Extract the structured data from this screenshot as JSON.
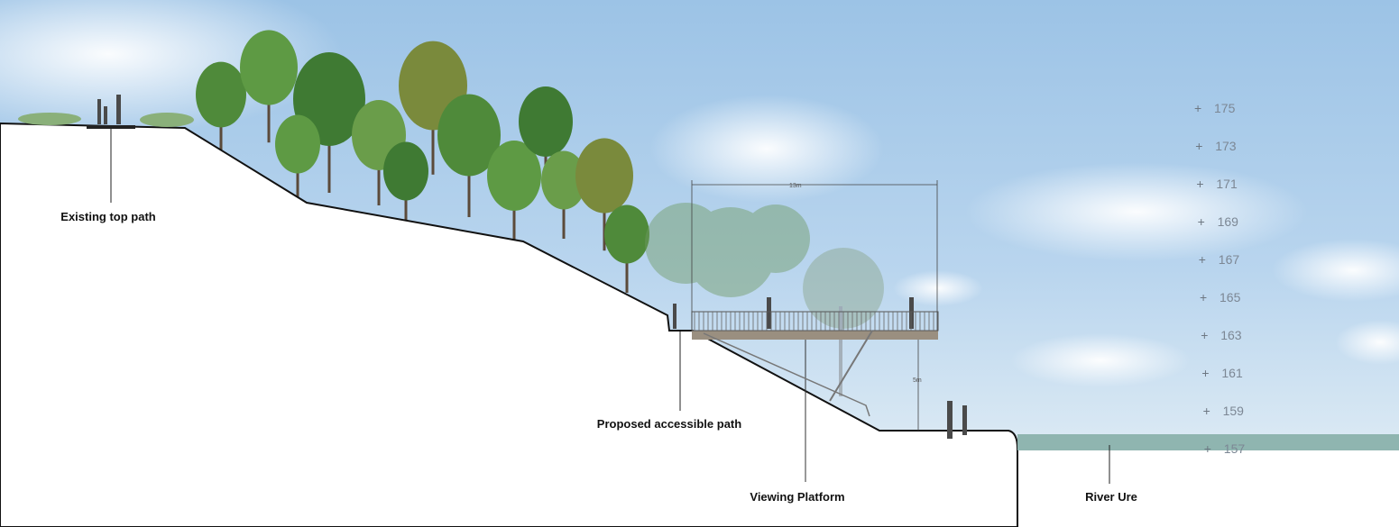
{
  "labels": {
    "existing_top_path": "Existing top path",
    "proposed_accessible_path": "Proposed accessible path",
    "viewing_platform": "Viewing Platform",
    "river": "River Ure"
  },
  "dimensions": {
    "platform_width": "13m",
    "platform_height": "5m"
  },
  "elevation_marks": [
    "175",
    "173",
    "171",
    "169",
    "167",
    "165",
    "163",
    "161",
    "159",
    "157"
  ],
  "colors": {
    "sky_top": "#9cc3e6",
    "sky_bottom": "#dceaf4",
    "ground": "#ffffff",
    "river": "#8fb5b0",
    "deck": "#9a8f80",
    "tree": "#4f8a3a"
  }
}
